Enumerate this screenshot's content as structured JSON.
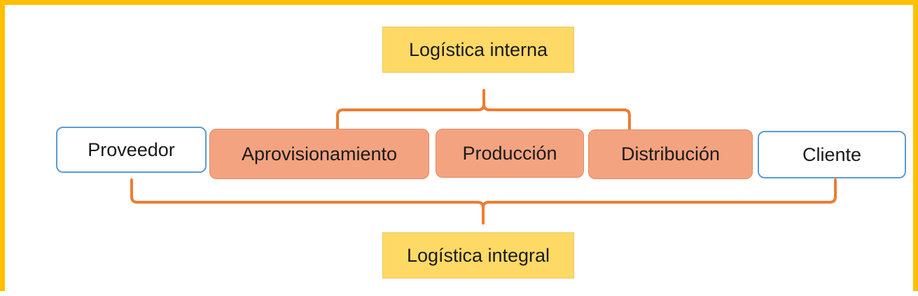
{
  "labels": {
    "internal": "Logística interna",
    "integral": "Logística integral"
  },
  "chain": {
    "supplier": "Proveedor",
    "procurement": "Aprovisionamiento",
    "production": "Producción",
    "distribution": "Distribución",
    "customer": "Cliente"
  },
  "colors": {
    "frame": "#FFC000",
    "label_fill": "#FFD966",
    "process_fill": "#F4A380",
    "end_border": "#5B9BD5",
    "brace": "#ED7D31"
  }
}
